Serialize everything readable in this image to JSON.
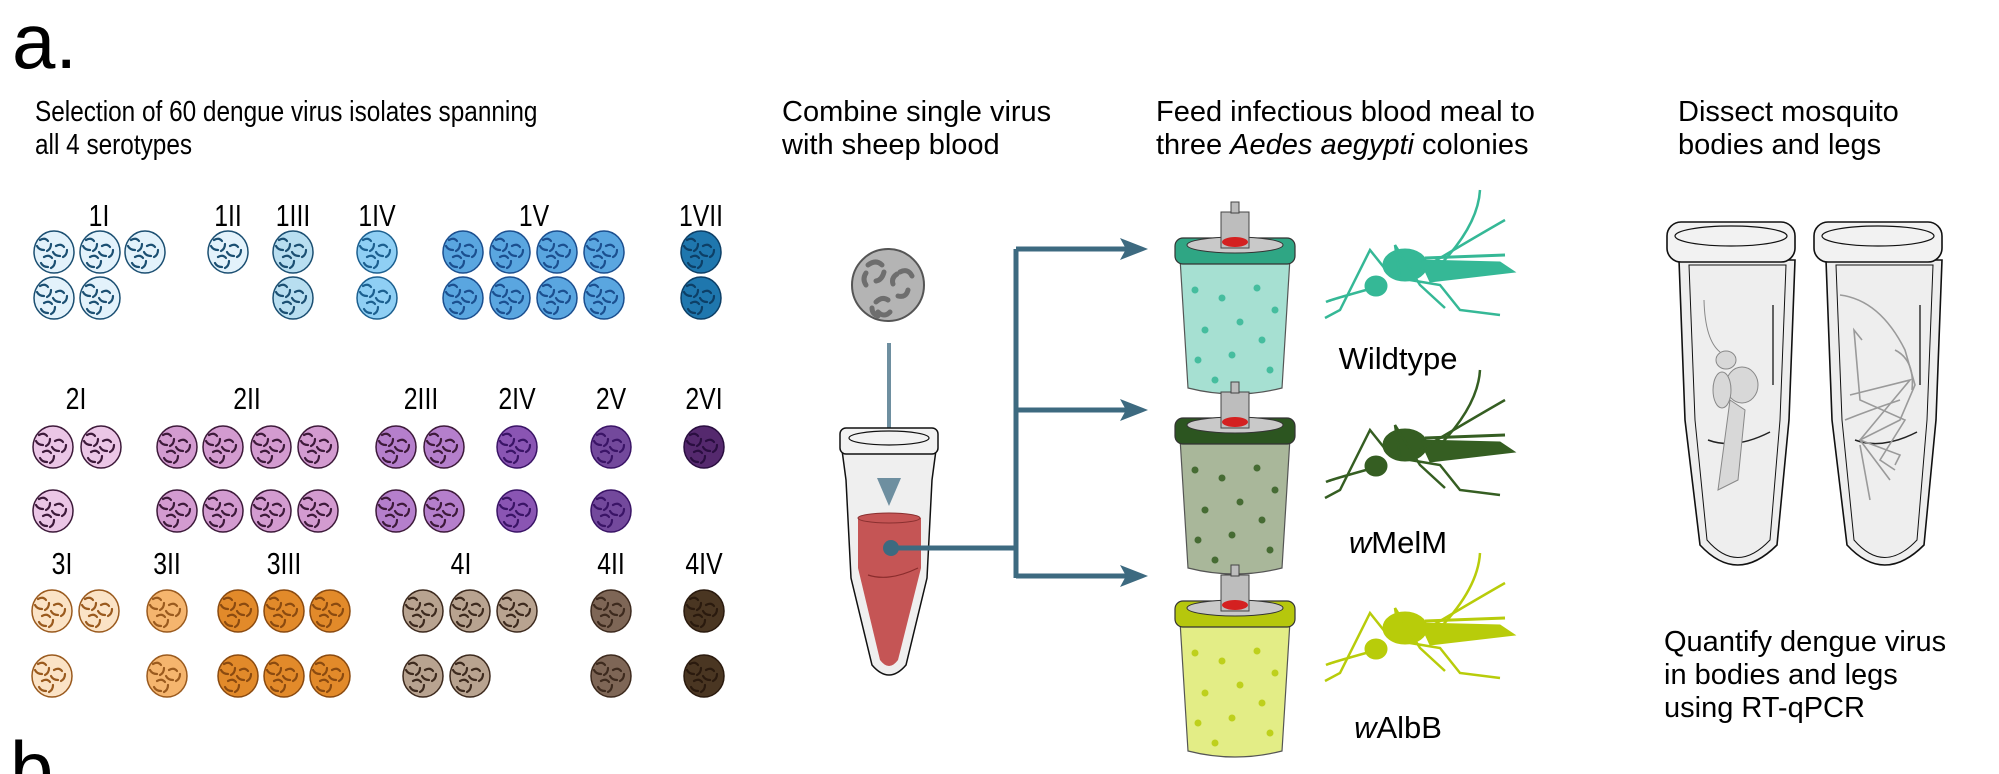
{
  "panel": {
    "label": "a.",
    "next_label": "b."
  },
  "steps": {
    "select": {
      "line1": "Selection of 60 dengue virus isolates spanning",
      "line2": "all 4 serotypes"
    },
    "combine": {
      "line1": "Combine single virus",
      "line2": "with sheep blood"
    },
    "feed": {
      "line1": "Feed infectious blood meal to",
      "line2_pre": "three ",
      "line2_italic": "Aedes aegypti",
      "line2_post": " colonies"
    },
    "dissect": {
      "line1": "Dissect mosquito",
      "line2": "bodies and legs"
    },
    "quantify": {
      "line1": "Quantify dengue virus",
      "line2": "in bodies and legs",
      "line3": "using RT-qPCR"
    }
  },
  "virus_groups": [
    {
      "label": "1I",
      "count": 5,
      "fill": "#e3f2fb",
      "stroke": "#1b4f72"
    },
    {
      "label": "1II",
      "count": 1,
      "fill": "#e3f2fb",
      "stroke": "#1b4f72"
    },
    {
      "label": "1III",
      "count": 2,
      "fill": "#b8def0",
      "stroke": "#1b4f72"
    },
    {
      "label": "1IV",
      "count": 2,
      "fill": "#8fcff4",
      "stroke": "#1b5f8f"
    },
    {
      "label": "1V",
      "count": 8,
      "fill": "#5aa6e0",
      "stroke": "#1b4f8f"
    },
    {
      "label": "1VII",
      "count": 2,
      "fill": "#1f77ae",
      "stroke": "#0d3f66"
    },
    {
      "label": "2I",
      "count": 3,
      "fill": "#ebc6e6",
      "stroke": "#3d1a3a"
    },
    {
      "label": "2II",
      "count": 8,
      "fill": "#d39bd0",
      "stroke": "#3d1a3a"
    },
    {
      "label": "2III",
      "count": 4,
      "fill": "#b57fcc",
      "stroke": "#3d1a3a"
    },
    {
      "label": "2IV",
      "count": 2,
      "fill": "#8a55b3",
      "stroke": "#3a1466"
    },
    {
      "label": "2V",
      "count": 2,
      "fill": "#73499c",
      "stroke": "#3a1466"
    },
    {
      "label": "2VI",
      "count": 1,
      "fill": "#55296e",
      "stroke": "#2a0e40"
    },
    {
      "label": "3I",
      "count": 3,
      "fill": "#fbe3c6",
      "stroke": "#9a5a1e"
    },
    {
      "label": "3II",
      "count": 2,
      "fill": "#f5b56e",
      "stroke": "#9a5a1e"
    },
    {
      "label": "3III",
      "count": 6,
      "fill": "#e28a2a",
      "stroke": "#8a4a10"
    },
    {
      "label": "4I",
      "count": 5,
      "fill": "#b8a390",
      "stroke": "#3d2a1e"
    },
    {
      "label": "4II",
      "count": 2,
      "fill": "#7e6656",
      "stroke": "#3d2a1e"
    },
    {
      "label": "4IV",
      "count": 2,
      "fill": "#4a3622",
      "stroke": "#2a1a0e"
    }
  ],
  "colonies": [
    {
      "name": "Wildtype",
      "italic_prefix": "",
      "rest": "Wildtype",
      "color": "#35b896",
      "cup": "#a6e0d2",
      "rim": "#2fa684"
    },
    {
      "name": "wMelM",
      "italic_prefix": "w",
      "rest": "MelM",
      "color": "#355e22",
      "cup": "#a9b79a",
      "rim": "#2c5520"
    },
    {
      "name": "wAlbB",
      "italic_prefix": "w",
      "rest": "AlbB",
      "color": "#b8cc0a",
      "cup": "#e3ed86",
      "rim": "#b6c70c"
    }
  ],
  "colors": {
    "arrow": "#3d6a80",
    "blood": "#c55555",
    "virus_gray": "#b4b4b4"
  }
}
